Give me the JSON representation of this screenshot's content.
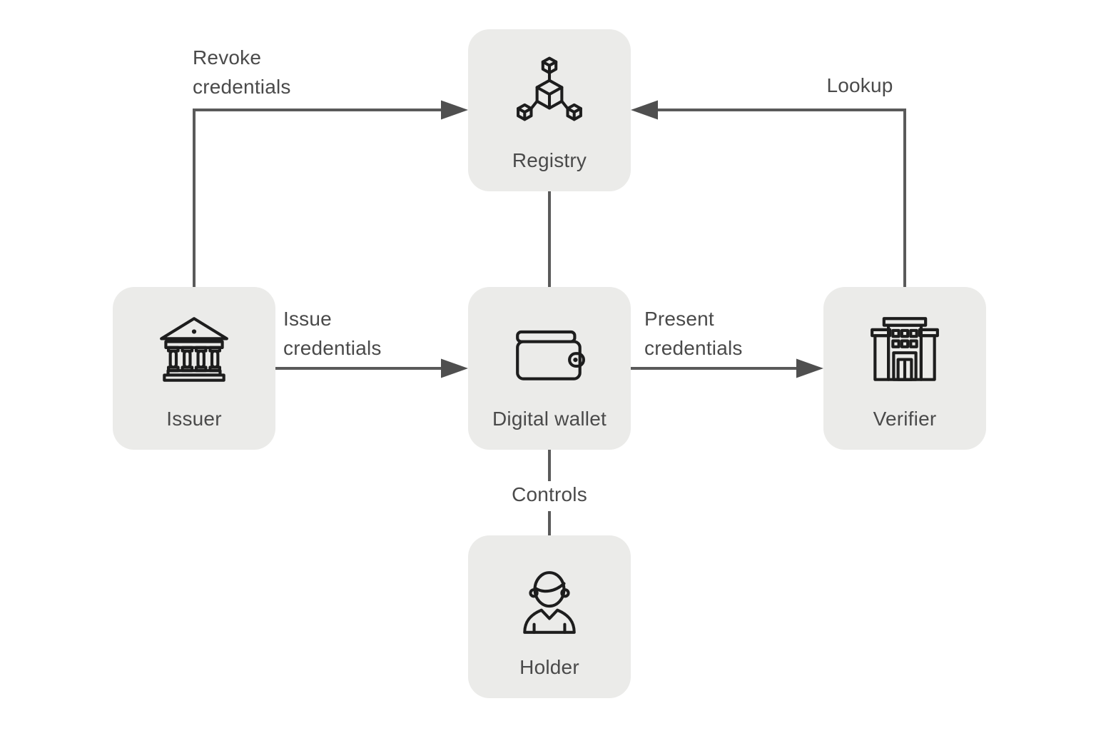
{
  "colors": {
    "background": "#ffffff",
    "node_fill": "#ebebe9",
    "connector": "#5a5a5a",
    "arrowhead": "#4f4f4f",
    "label_text": "#4a4a4a",
    "icon_stroke": "#1d1d1d"
  },
  "nodes": [
    {
      "id": "registry",
      "label": "Registry",
      "icon": "cube-network-icon"
    },
    {
      "id": "issuer",
      "label": "Issuer",
      "icon": "bank-icon"
    },
    {
      "id": "digital-wallet",
      "label": "Digital wallet",
      "icon": "wallet-icon"
    },
    {
      "id": "verifier",
      "label": "Verifier",
      "icon": "office-building-icon"
    },
    {
      "id": "holder",
      "label": "Holder",
      "icon": "person-icon"
    }
  ],
  "edges": [
    {
      "from": "issuer",
      "to": "registry",
      "label": "Revoke credentials",
      "label_lines": [
        "Revoke",
        "credentials"
      ],
      "arrow": "arrowhead-at-registry"
    },
    {
      "from": "verifier",
      "to": "registry",
      "label": "Lookup",
      "label_lines": [
        "Lookup"
      ],
      "arrow": "arrowhead-at-registry"
    },
    {
      "from": "issuer",
      "to": "digital-wallet",
      "label": "Issue credentials",
      "label_lines": [
        "Issue",
        "credentials"
      ],
      "arrow": "arrowhead-at-wallet"
    },
    {
      "from": "digital-wallet",
      "to": "verifier",
      "label": "Present credentials",
      "label_lines": [
        "Present",
        "credentials"
      ],
      "arrow": "arrowhead-at-verifier"
    },
    {
      "from": "registry",
      "to": "digital-wallet",
      "label": "",
      "label_lines": [],
      "arrow": "none"
    },
    {
      "from": "holder",
      "to": "digital-wallet",
      "label": "Controls",
      "label_lines": [
        "Controls"
      ],
      "arrow": "none"
    }
  ]
}
